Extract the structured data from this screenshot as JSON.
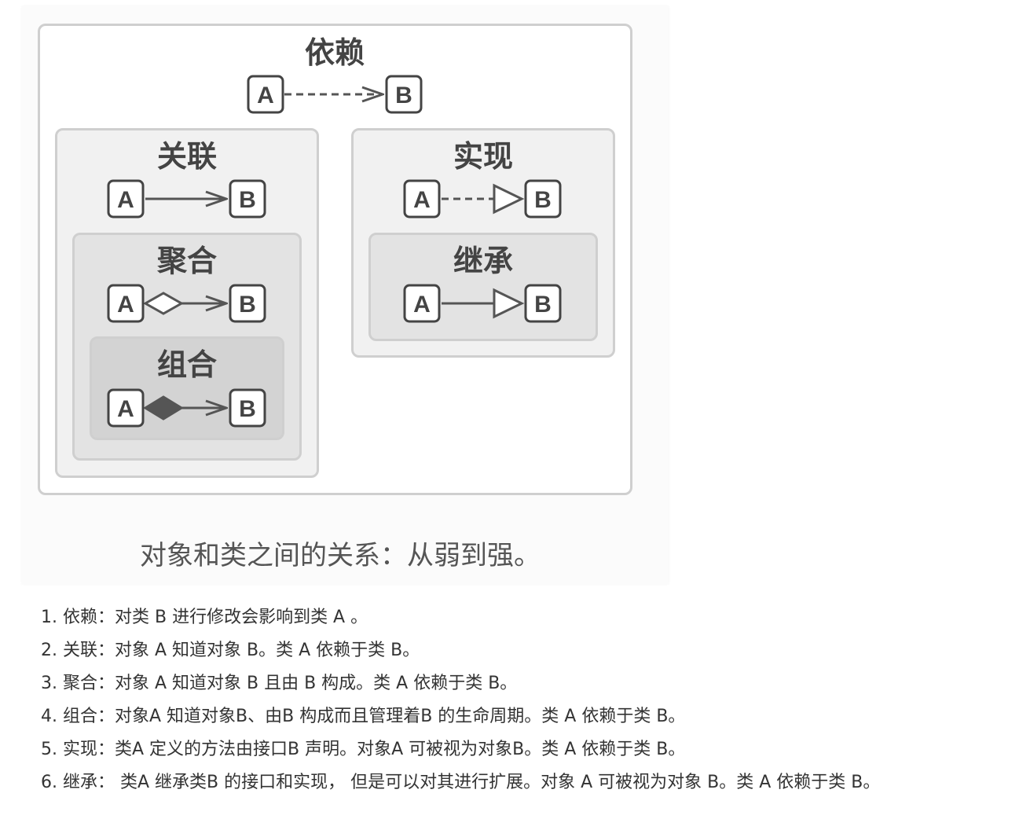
{
  "diagram": {
    "relations": {
      "dependency": "依赖",
      "association": "关联",
      "aggregation": "聚合",
      "composition": "组合",
      "realization": "实现",
      "inheritance": "继承"
    },
    "class_a": "A",
    "class_b": "B",
    "caption": "对象和类之间的关系：从弱到强。"
  },
  "notes": [
    "1. 依赖：对类 B 进行修改会影响到类 A 。",
    "2. 关联：对象 A 知道对象 B。类 A 依赖于类 B。",
    "3. 聚合：对象 A 知道对象 B 且由 B 构成。类 A 依赖于类 B。",
    "4. 组合：对象A 知道对象B、由B 构成而且管理着B 的生命周期。类 A 依赖于类 B。",
    "5. 实现：类A 定义的方法由接口B 声明。对象A 可被视为对象B。类 A 依赖于类 B。",
    "6. 继承： 类A 继承类B 的接口和实现， 但是可以对其进行扩展。对象 A 可被视为对象 B。类 A 依赖于类 B。"
  ]
}
